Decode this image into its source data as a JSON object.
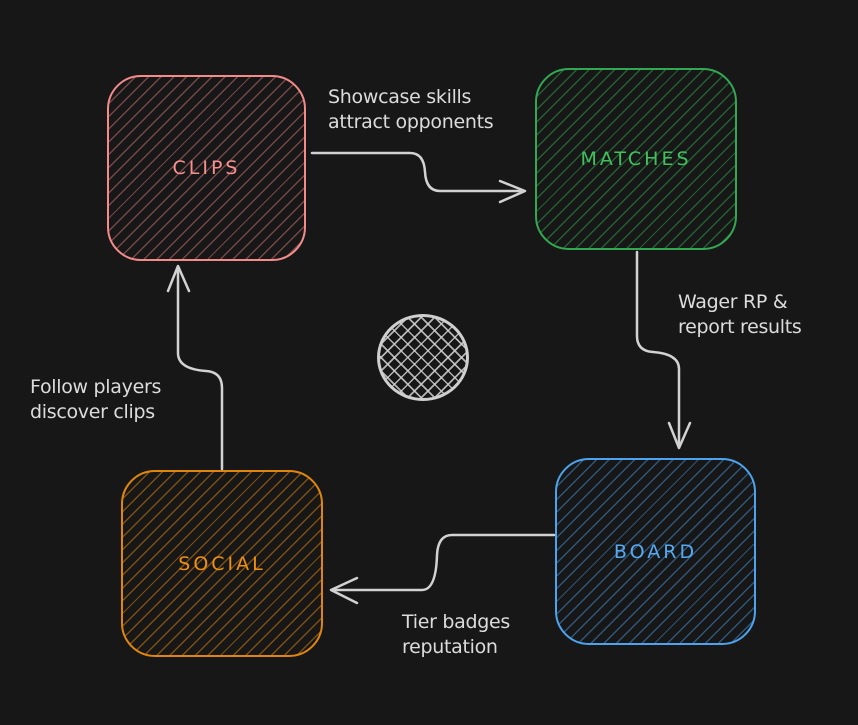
{
  "diagram": {
    "background_color": "#171717",
    "arrow_color": "#d2d2d2",
    "label_color": "#dcdcdc",
    "nodes": [
      {
        "id": "clips",
        "label": "CLIPS",
        "color": "#f48b8b"
      },
      {
        "id": "matches",
        "label": "MATCHES",
        "color": "#33a852"
      },
      {
        "id": "board",
        "label": "BOARD",
        "color": "#4da3ee"
      },
      {
        "id": "social",
        "label": "SOCIAL",
        "color": "#e0860d"
      }
    ],
    "edges": [
      {
        "from": "CLIPS",
        "to": "MATCHES",
        "lines": [
          "Showcase skills",
          "attract opponents"
        ]
      },
      {
        "from": "MATCHES",
        "to": "BOARD",
        "lines": [
          "Wager RP &",
          "report results"
        ]
      },
      {
        "from": "BOARD",
        "to": "SOCIAL",
        "lines": [
          "Tier badges",
          "reputation"
        ]
      },
      {
        "from": "SOCIAL",
        "to": "CLIPS",
        "lines": [
          "Follow players",
          "discover clips"
        ]
      }
    ],
    "center_decoration": "crosshatch-circle"
  }
}
